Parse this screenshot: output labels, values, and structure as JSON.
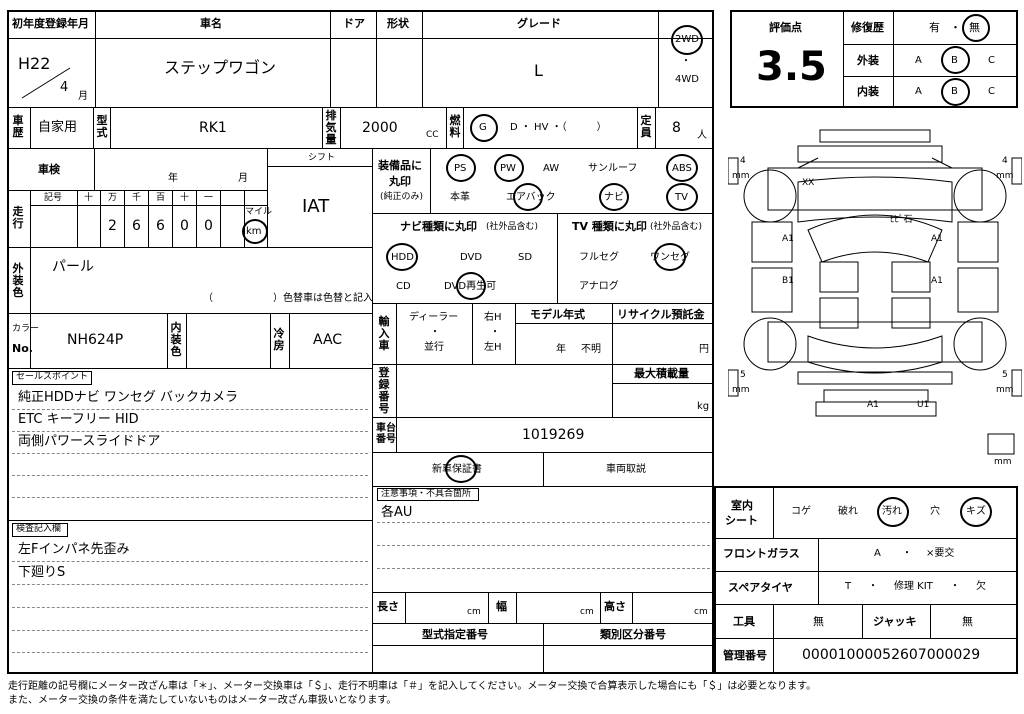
{
  "reg": {
    "label": "初年度登録年月",
    "era": "H22",
    "month": "4",
    "month_unit": "月"
  },
  "car": {
    "label": "車名",
    "value": "ステップワゴン"
  },
  "door": {
    "label": "ドア"
  },
  "shape": {
    "label": "形状"
  },
  "grade": {
    "label": "グレード",
    "value": "L"
  },
  "drive": {
    "opt1": "2WD",
    "dot": "・",
    "opt2": "4WD"
  },
  "score": {
    "label": "評価点",
    "value": "3.5"
  },
  "repair": {
    "label": "修復歴",
    "yes": "有",
    "no": "無",
    "dot": "・"
  },
  "exterior": {
    "label": "外装",
    "a": "A",
    "b": "B",
    "c": "C"
  },
  "interior": {
    "label": "内装",
    "a": "A",
    "b": "B",
    "c": "C"
  },
  "usage": {
    "label": "車歴",
    "value": "自家用"
  },
  "model": {
    "label": "型式",
    "value": "RK1"
  },
  "disp": {
    "label": "排気量",
    "value": "2000",
    "unit": "CC"
  },
  "fuel": {
    "label": "燃料",
    "g": "G",
    "rest": "D ・ HV ・（　　　）"
  },
  "capacity": {
    "label": "定員",
    "value": "8",
    "unit": "人"
  },
  "inspect": {
    "label": "車検",
    "year": "年",
    "month": "月"
  },
  "shift": {
    "label": "シフト",
    "value": "IAT"
  },
  "mileage": {
    "label": "走行",
    "sym": "記号",
    "heads": [
      "十",
      "万",
      "千",
      "百",
      "十",
      "一"
    ],
    "digits": [
      "2",
      "6",
      "6",
      "0",
      "0"
    ],
    "mile": "マイル",
    "km": "km"
  },
  "equip": {
    "label1": "装備品に",
    "label2": "丸印",
    "note": "(純正のみ)",
    "ps": "PS",
    "pw": "PW",
    "aw": "AW",
    "sunroof": "サンルーフ",
    "abs": "ABS",
    "leather": "本革",
    "airbag": "エアバック",
    "navi": "ナビ",
    "tv": "TV"
  },
  "navitype": {
    "label": "ナビ種類に丸印",
    "note": "(社外品含む)",
    "hdd": "HDD",
    "dvd": "DVD",
    "sd": "SD",
    "cd": "CD",
    "dvdplay": "DVD再生可"
  },
  "tvtype": {
    "label": "TV 種類に丸印",
    "note": "(社外品含む)",
    "full": "フルセグ",
    "one": "ワンセグ",
    "analog": "アナログ"
  },
  "color": {
    "label": "外装色",
    "value": "パール",
    "note": "（　　　　　　）色替車は色替と記入"
  },
  "colorno": {
    "label1": "カラー",
    "label2": "No.",
    "value": "NH624P"
  },
  "intcolor": {
    "label": "内装色"
  },
  "ac": {
    "label": "冷房",
    "value": "AAC"
  },
  "import": {
    "label": "輸入車",
    "dealer": "ディーラー",
    "parallel": "並行",
    "dot": "・",
    "rh": "右H",
    "lh": "左H"
  },
  "modelyear": {
    "label": "モデル年式",
    "year": "年",
    "unknown": "不明"
  },
  "recycle": {
    "label": "リサイクル預託金",
    "unit": "円"
  },
  "regno": {
    "label": "登録番号"
  },
  "maxload": {
    "label": "最大積載量",
    "unit": "kg"
  },
  "chassis": {
    "label": "車台番号",
    "value": "1019269"
  },
  "warranty": {
    "label": "新車保証書"
  },
  "manual": {
    "label": "車両取説"
  },
  "notes": {
    "label": "注意事項・不具合箇所",
    "lines": [
      "各AU"
    ]
  },
  "sales": {
    "label": "セールスポイント",
    "lines": [
      "純正HDDナビ ワンセグ バックカメラ",
      "ETC キーフリー HID",
      "両側パワースライドドア"
    ]
  },
  "inspector": {
    "label": "検査記入欄",
    "lines": [
      "左Fインパネ先歪み",
      "下廻りS"
    ]
  },
  "dims": {
    "length": "長さ",
    "width": "幅",
    "height": "高さ",
    "unit": "cm"
  },
  "typeno": {
    "label": "型式指定番号"
  },
  "classno": {
    "label": "類別区分番号"
  },
  "seat": {
    "label1": "室内",
    "label2": "シート",
    "items": [
      "コゲ",
      "破れ",
      "汚れ",
      "穴",
      "キズ"
    ]
  },
  "glass": {
    "label": "フロントガラス",
    "a": "A",
    "dot": "・",
    "x": "×要交"
  },
  "spare": {
    "label": "スペアタイヤ",
    "t": "T",
    "dot": "・",
    "kit": "修理 KIT",
    "none": "欠"
  },
  "tools": {
    "label": "工具",
    "value": "無"
  },
  "jack": {
    "label": "ジャッキ",
    "value": "無"
  },
  "mgmt": {
    "label": "管理番号",
    "value": "00001000052607000029"
  },
  "diagram": {
    "b4": "4",
    "b5": "5",
    "mm": "mm",
    "xx": "XX",
    "hhi": "ﾋﾋﾞ石",
    "a1": "A1",
    "b1": "B1",
    "u1": "U1"
  },
  "footer": {
    "line1": "走行距離の記号欄にメーター改ざん車は「＊」、メーター交換車は「＄」、走行不明車は「＃」を記入してください。メーター交換で合算表示した場合にも「＄」は必要となります。",
    "line2": "また、メーター交換の条件を満たしていないものはメーター改ざん車扱いとなります。"
  }
}
